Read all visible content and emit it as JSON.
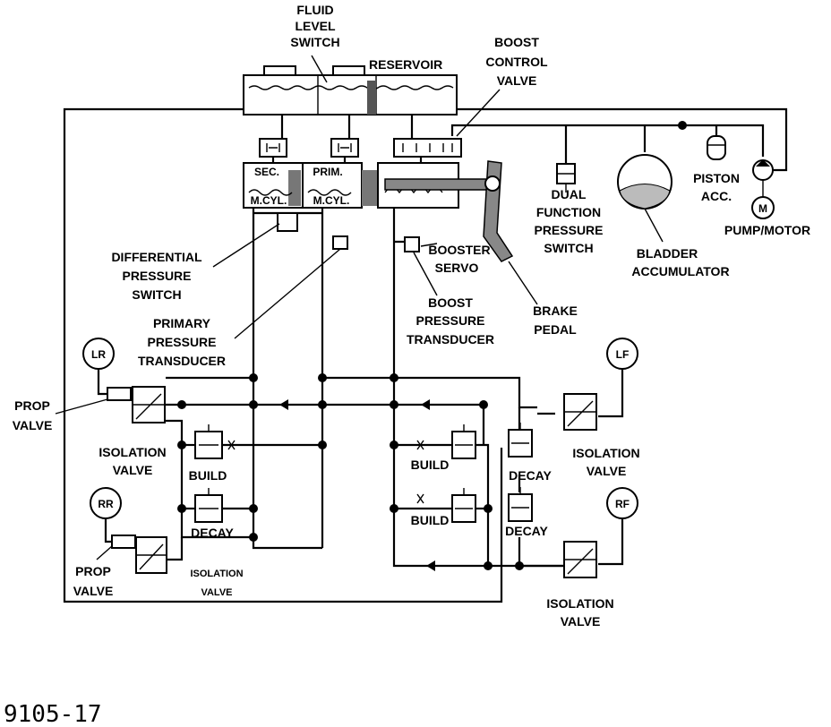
{
  "labels": {
    "fluid_level_switch": [
      "FLUID",
      "LEVEL",
      "SWITCH"
    ],
    "reservoir": "RESERVOIR",
    "boost_control_valve": [
      "BOOST",
      "CONTROL",
      "VALVE"
    ],
    "sec_mcyl": [
      "SEC.",
      "M.CYL."
    ],
    "prim_mcyl": [
      "PRIM.",
      "M.CYL."
    ],
    "dual_function_pressure_switch": [
      "DUAL",
      "FUNCTION",
      "PRESSURE",
      "SWITCH"
    ],
    "bladder_accumulator": [
      "BLADDER",
      "ACCUMULATOR"
    ],
    "piston_acc": [
      "PISTON",
      "ACC."
    ],
    "pump_motor": "PUMP/MOTOR",
    "motor_symbol": "M",
    "differential_pressure_switch": [
      "DIFFERENTIAL",
      "PRESSURE",
      "SWITCH"
    ],
    "booster_servo": [
      "BOOSTER",
      "SERVO"
    ],
    "boost_pressure_transducer": [
      "BOOST",
      "PRESSURE",
      "TRANSDUCER"
    ],
    "brake_pedal": [
      "BRAKE",
      "PEDAL"
    ],
    "primary_pressure_transducer": [
      "PRIMARY",
      "PRESSURE",
      "TRANSDUCER"
    ],
    "lr": "LR",
    "lf": "LF",
    "rr": "RR",
    "rf": "RF",
    "prop_valve_left_top": [
      "PROP",
      "VALVE"
    ],
    "prop_valve_left_bottom": [
      "PROP",
      "VALVE"
    ],
    "isolation_valve_lr": [
      "ISOLATION",
      "VALVE"
    ],
    "isolation_valve_lf": [
      "ISOLATION",
      "VALVE"
    ],
    "isolation_valve_rr": [
      "ISOLATION",
      "VALVE"
    ],
    "isolation_valve_rf": [
      "ISOLATION",
      "VALVE"
    ],
    "build_left": "BUILD",
    "decay_left": "DECAY",
    "build_right_top": "BUILD",
    "decay_right_top": "DECAY",
    "build_right_bottom": "BUILD",
    "decay_right_bottom": "DECAY"
  },
  "figure_number": "9105-17"
}
